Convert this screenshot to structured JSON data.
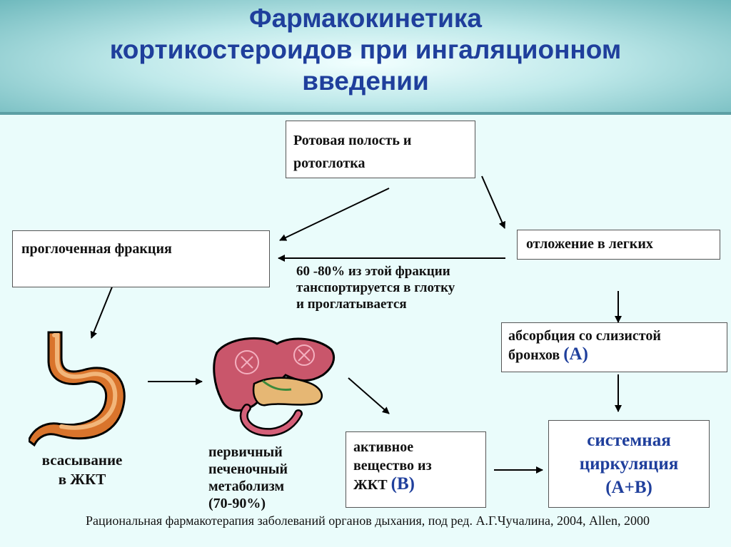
{
  "title": {
    "line1": "Фармакокинетика",
    "line2": "кортикостероидов при ингаляционном",
    "line3": "введении"
  },
  "nodes": {
    "oral": {
      "line1": "Ротовая полость и",
      "line2": "ротоглотка"
    },
    "swallowed": "проглоченная фракция",
    "lungs": "отложение в легких",
    "transport_note": {
      "line1": "60 -80% из этой фракции",
      "line2": "танспортируется в глотку",
      "line3": "и проглатывается"
    },
    "absorption": {
      "line1": "абсорбция со слизистой",
      "line2": "бронхов",
      "marker": "(A)"
    },
    "systemic": {
      "line1": "системная",
      "line2": "циркуляция",
      "line3": "(A+B)"
    },
    "active": {
      "line1": "активное",
      "line2": "вещество из",
      "line3": "ЖКТ",
      "marker": "(B)"
    },
    "gi_absorption": {
      "line1": "всасывание",
      "line2": "в ЖКТ"
    },
    "hepatic": {
      "line1": "первичный",
      "line2": "печеночный",
      "line3": "метаболизм",
      "line4": "(70-90%)"
    }
  },
  "icons": {
    "stomach": "stomach-illustration",
    "liver": "liver-illustration"
  },
  "colors": {
    "title": "#1f3f9c",
    "accent_blue": "#1f3f9c",
    "background": "#eafcfb"
  },
  "footer": "Рациональная фармакотерапия заболеваний органов дыхания, под ред. А.Г.Чучалина, 2004, Allen, 2000"
}
